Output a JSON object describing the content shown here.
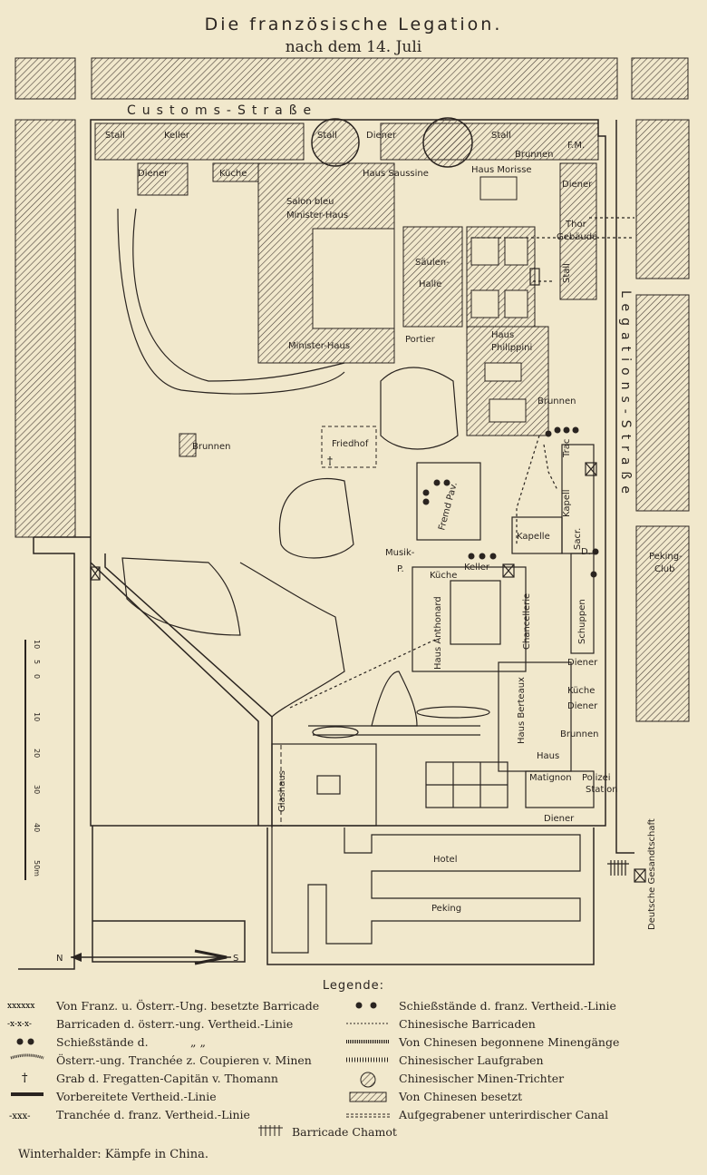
{
  "title": "Die französische Legation.",
  "subtitle": "nach dem 14. Juli",
  "streets": {
    "customs": "Customs-Straße",
    "legations": "Legations-Straße"
  },
  "labels": {
    "stall1": "Stall",
    "keller": "Keller",
    "stall2": "Stall",
    "diener1": "Diener",
    "stall3": "Stall",
    "brunnen_top": "Brunnen",
    "fm": "F.M.",
    "diener_left": "Diener",
    "kueche_top": "Küche",
    "haus_saussine": "Haus Saussine",
    "haus_morisse": "Haus Morisse",
    "diener_right": "Diener",
    "salon_bleu": "Salon bleu",
    "minister_haus1": "Minister-Haus",
    "thor": "Thor",
    "gebaeude": "Gebäude",
    "saeulen": "Säulen-",
    "halle": "Halle",
    "stall_right": "Stall",
    "minister_haus2": "Minister-Haus",
    "portier": "Portier",
    "haus_philippini1": "Haus",
    "haus_philippini2": "Philippini",
    "brunnen_mid": "Brunnen",
    "friedhof": "Friedhof",
    "brunnen_left": "Brunnen",
    "trac": "Trac",
    "fremd_pav": "Fremd Pav.",
    "kapell": "Kapell",
    "kapelle": "Kapelle",
    "sacr": "Sacr.",
    "musik": "Musik-",
    "musik_p": "P.",
    "keller2": "Keller",
    "kueche2": "Küche",
    "haus_anthonard": "Haus Anthonard",
    "chancellerie": "Chancellerie",
    "schuppen": "Schuppen",
    "peking_club1": "Peking-",
    "peking_club2": "Club",
    "diener_r1": "Diener",
    "kueche_r": "Küche",
    "diener_r2": "Diener",
    "haus_berteaux": "Haus Berteaux",
    "brunnen_r": "Brunnen",
    "haus_matignon1": "Haus",
    "haus_matignon2": "Matignon",
    "polizei": "Polizei",
    "station": "Station",
    "diener_bottom": "Diener",
    "glashaus": "Glashaus",
    "hotel": "Hotel",
    "peking": "Peking",
    "deutsche_gesandtschaft": "Deutsche Gesandtschaft",
    "d_mark": "D.",
    "scale_ticks": [
      "10",
      "5",
      "0",
      "10",
      "20",
      "30",
      "40",
      "50m"
    ],
    "north": "N",
    "south": "S"
  },
  "legend": {
    "heading": "Legende:",
    "left": [
      "Von Franz. u. Österr.-Ung. besetzte Barricade",
      "Barricaden d. österr.-ung. Vertheid.-Linie",
      "Schießstände d.",
      "Österr.-ung. Tranchée z. Coupieren v. Minen",
      "Grab d. Fregatten-Capitän v. Thomann",
      "Vorbereitete Vertheid.-Linie",
      "Tranchée d. franz. Vertheid.-Linie"
    ],
    "right": [
      "Schießstände d. franz. Vertheid.-Linie",
      "Chinesische Barricaden",
      "Von Chinesen begonnene Minengänge",
      "Chinesischer Laufgraben",
      "Chinesischer Minen-Trichter",
      "Von Chinesen besetzt",
      "Aufgegrabener unterirdischer Canal"
    ],
    "ditto": "„                „",
    "barricade_chamot": "Barricade Chamot"
  },
  "credit": "Winterhalder: Kämpfe in China."
}
